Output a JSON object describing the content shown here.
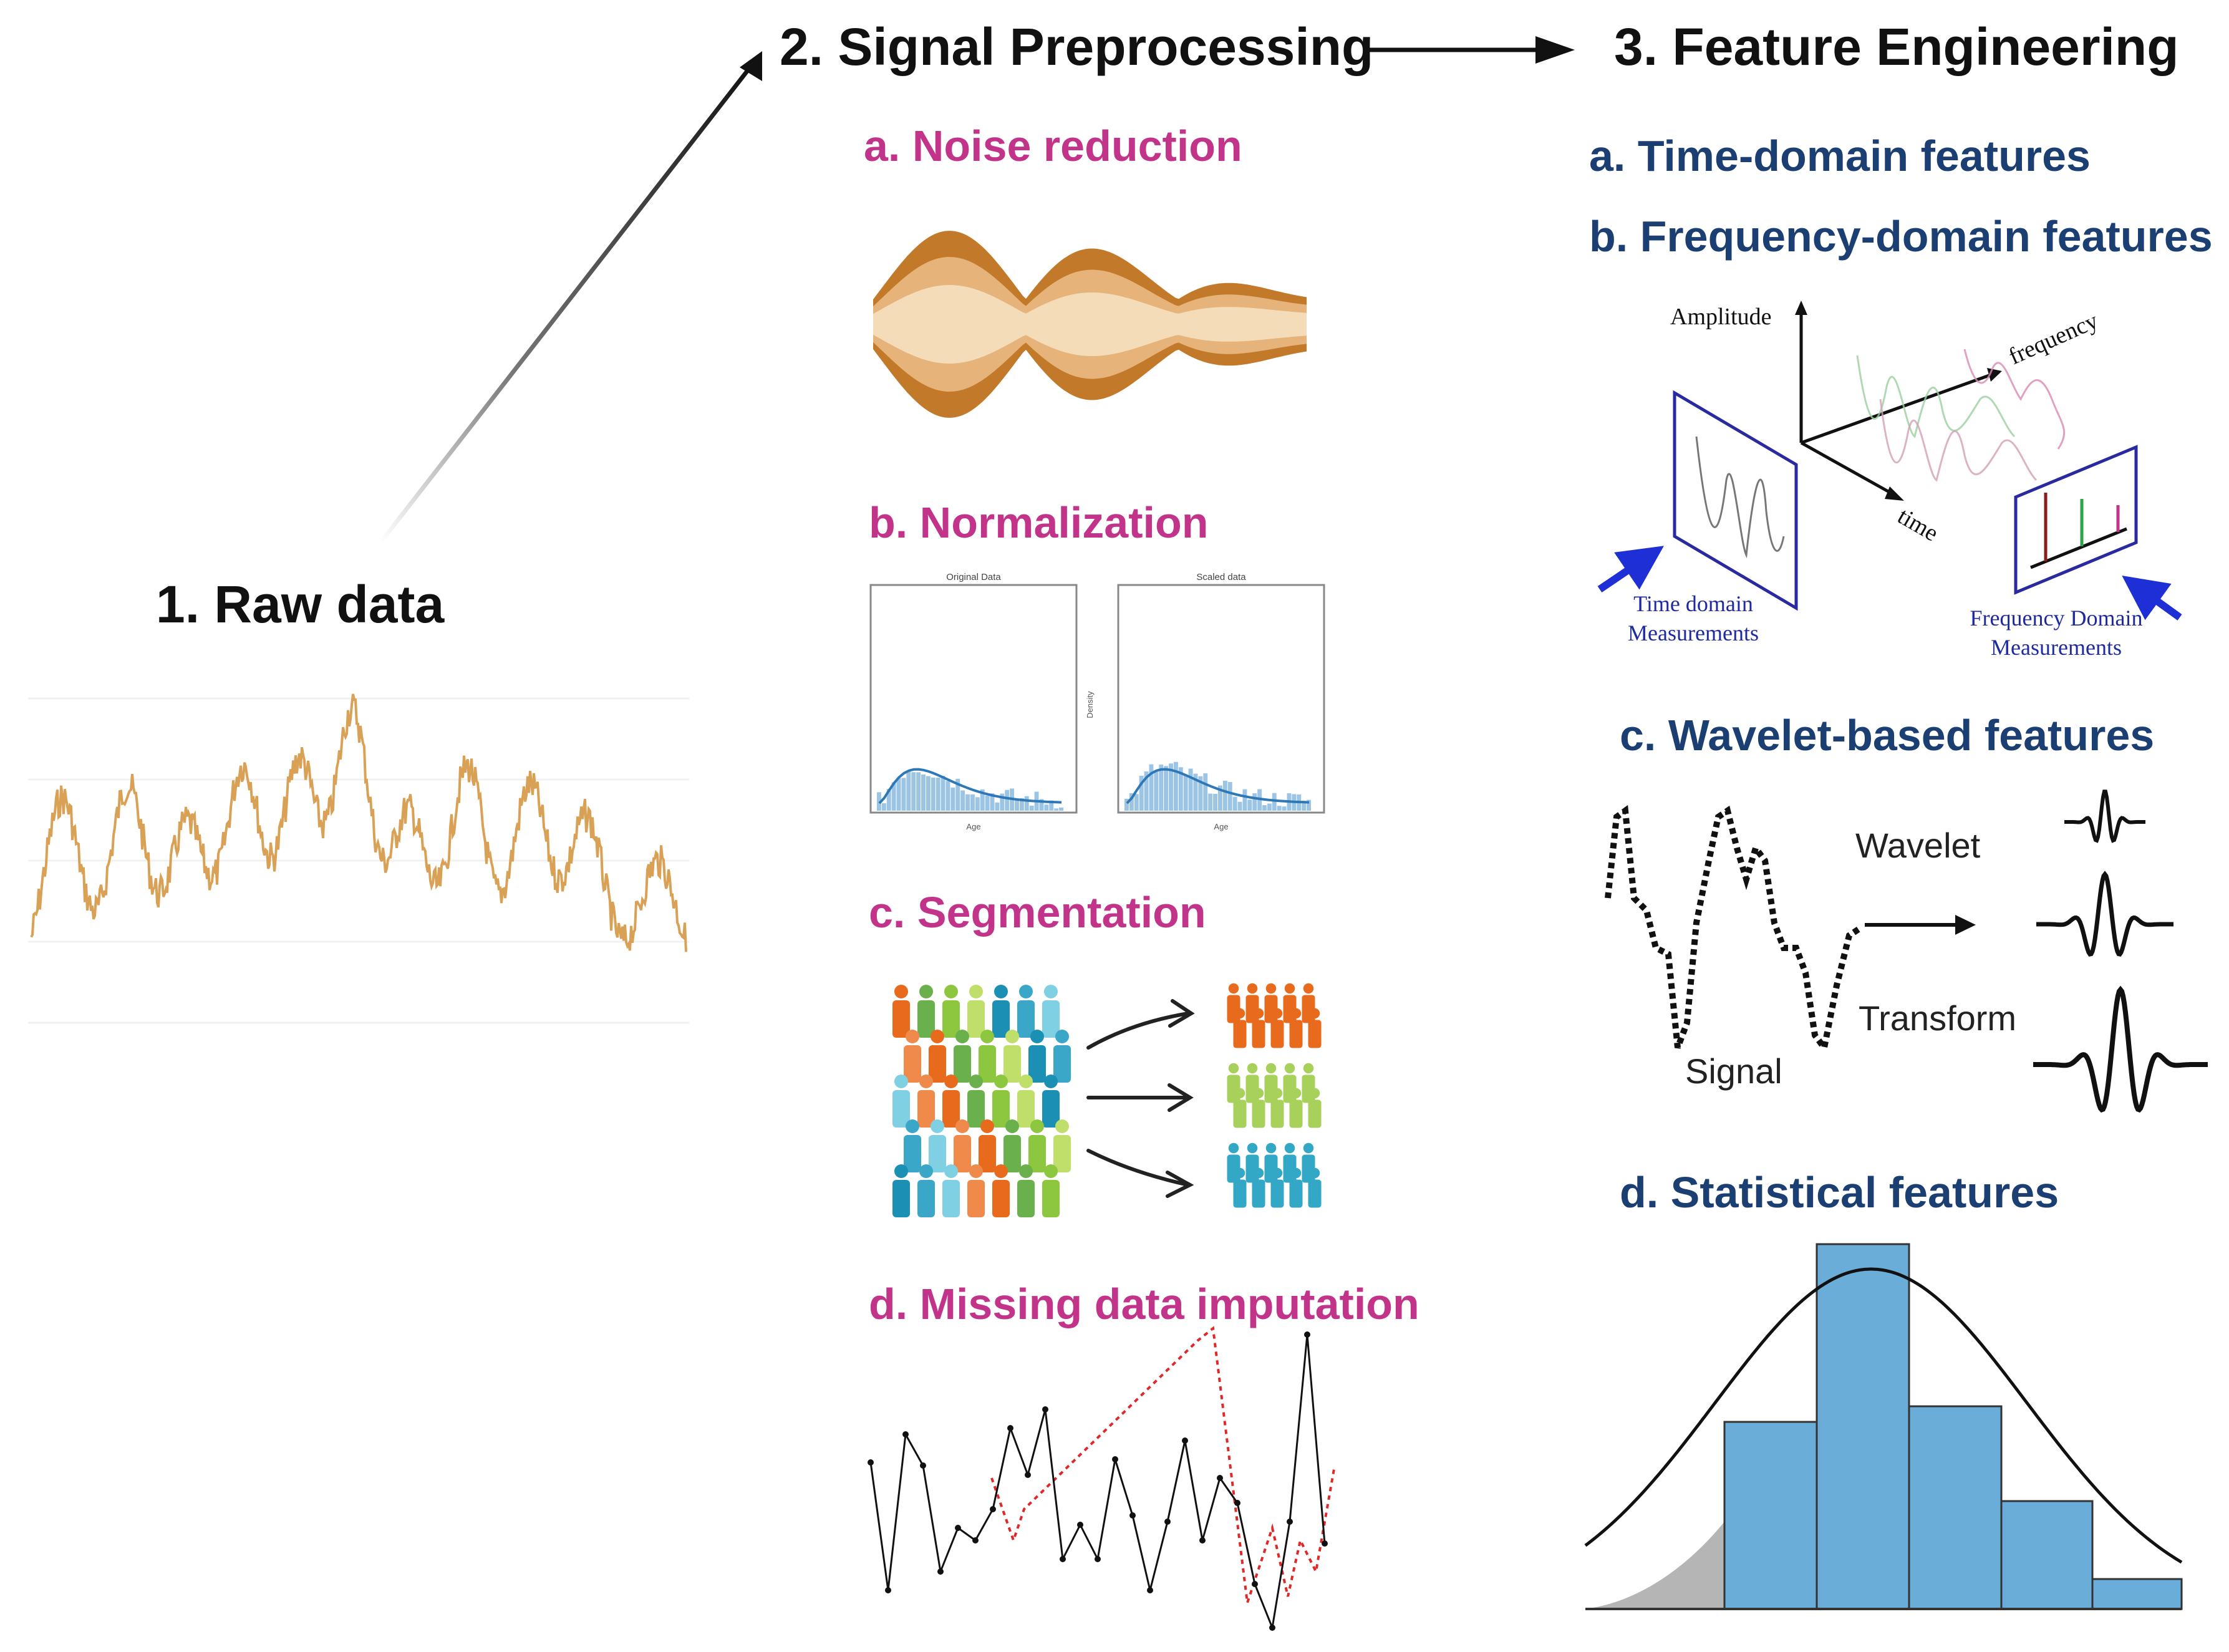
{
  "stage1": {
    "title": "1.  Raw data"
  },
  "stage2": {
    "title": "2. Signal Preprocessing",
    "items": [
      {
        "label": "a. Noise reduction"
      },
      {
        "label": "b. Normalization",
        "panels": [
          "Original Data",
          "Scaled data"
        ],
        "xlabel": "Age",
        "ylabel": "Density"
      },
      {
        "label": "c. Segmentation"
      },
      {
        "label": "d. Missing data imputation"
      }
    ]
  },
  "stage3": {
    "title": "3. Feature Engineering",
    "items": [
      {
        "label": "a. Time-domain features"
      },
      {
        "label": "b. Frequency-domain features"
      },
      {
        "label": "c. Wavelet-based features"
      },
      {
        "label": "d. Statistical features"
      }
    ],
    "freq_diagram": {
      "amplitude": "Amplitude",
      "frequency": "frequency",
      "time": "time",
      "time_meas_1": "Time domain",
      "time_meas_2": "Measurements",
      "freq_meas_1": "Frequency Domain",
      "freq_meas_2": "Measurements"
    },
    "wavelet_diagram": {
      "wavelet": "Wavelet",
      "transform": "Transform",
      "signal": "Signal"
    }
  },
  "colors": {
    "pink": "#c2338a",
    "blue": "#1c3f73",
    "raw_signal": "#d9a155",
    "noise_dark": "#c27a2a",
    "noise_light": "#efcfa4",
    "hist_blue": "#6aadd8"
  }
}
